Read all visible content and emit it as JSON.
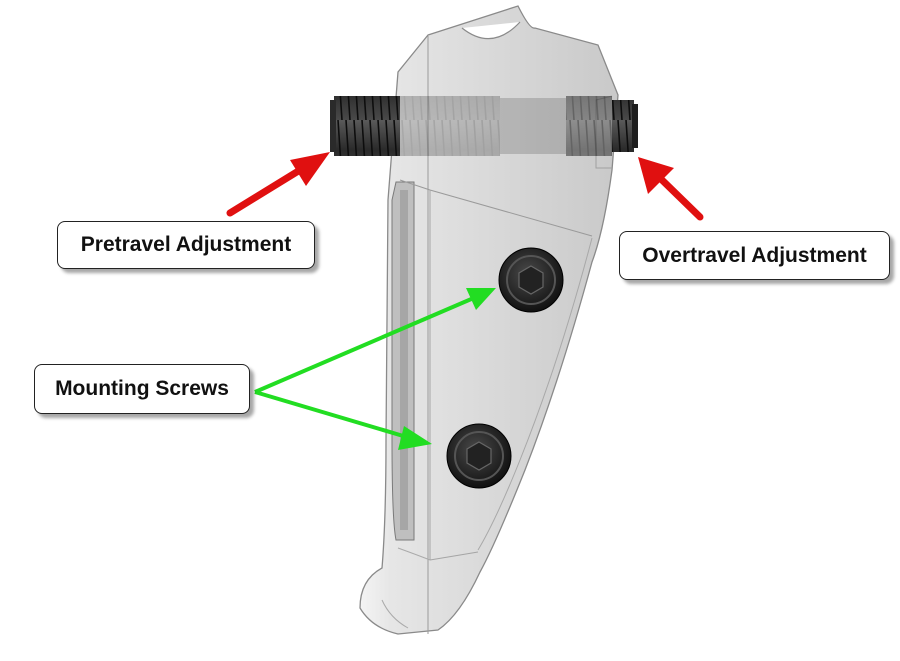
{
  "labels": {
    "pretravel": "Pretravel Adjustment",
    "overtravel": "Overtravel Adjustment",
    "mounting": "Mounting Screws"
  },
  "colors": {
    "adjustment_arrow": "#e01010",
    "mounting_arrow": "#22dd22",
    "part_fill": "#d9d9d9",
    "part_edge": "#8a8a8a",
    "screw": "#1a1a1a"
  },
  "icons": {
    "adjustment_arrow": "red-arrow-icon",
    "mounting_arrow": "green-arrow-icon",
    "screw": "socket-head-screw-icon"
  }
}
